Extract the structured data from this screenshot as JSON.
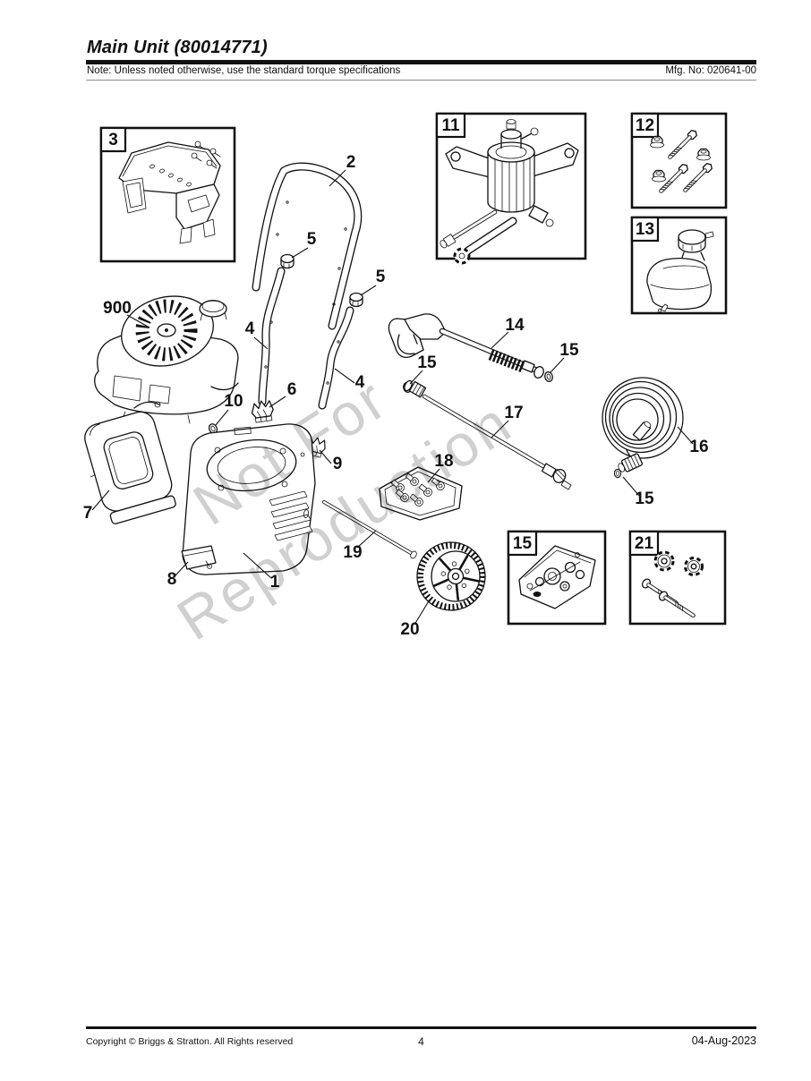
{
  "header": {
    "title": "Main Unit (80014771)",
    "note": "Note: Unless noted otherwise, use the standard torque specifications",
    "mfg_no": "Mfg. No: 020641-00"
  },
  "watermark": {
    "line1": "Not For",
    "line2": "Reproduction"
  },
  "footer": {
    "copyright": "Copyright ©  Briggs & Stratton. All Rights reserved",
    "page_number": "4",
    "date": "04-Aug-2023"
  },
  "colors": {
    "ink": "#111111",
    "watermark_gray": "#bcbcbc",
    "paper": "#ffffff"
  },
  "callouts": {
    "n1": "1",
    "n2": "2",
    "n3": "3",
    "n4": "4",
    "n5": "5",
    "n6": "6",
    "n7": "7",
    "n8": "8",
    "n9": "9",
    "n10": "10",
    "n11": "11",
    "n12": "12",
    "n13": "13",
    "n14": "14",
    "n15": "15",
    "n16": "16",
    "n17": "17",
    "n18": "18",
    "n19": "19",
    "n20": "20",
    "n21": "21",
    "n900": "900"
  }
}
